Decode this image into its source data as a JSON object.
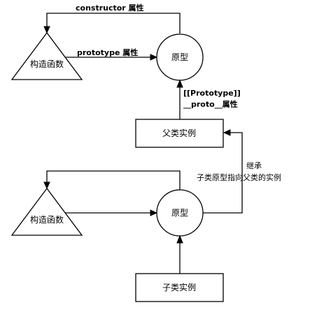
{
  "upper": {
    "constructor_label": "构造函数",
    "prototype_label": "原型",
    "instance_label": "父类实例",
    "edge_constructor": "constructor 属性",
    "edge_prototype": "prototype 属性",
    "edge_proto_line1": "[[Prototype]]",
    "edge_proto_line2": "__proto__属性"
  },
  "lower": {
    "constructor_label": "构造函数",
    "prototype_label": "原型",
    "instance_label": "子类实例"
  },
  "inherit": {
    "line1": "继承",
    "line2": "子类原型指向父类的实例"
  }
}
